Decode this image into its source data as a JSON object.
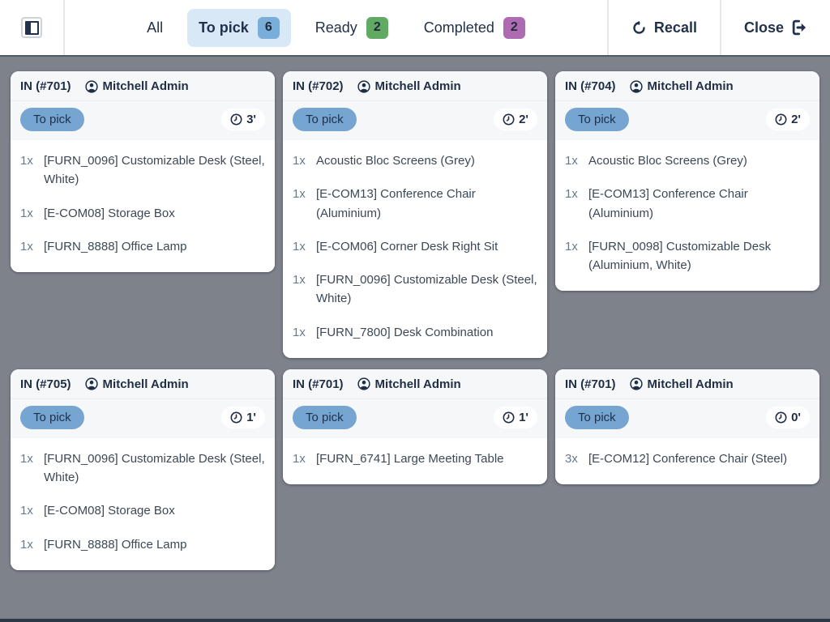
{
  "topbar": {
    "tabs": [
      {
        "label": "All"
      },
      {
        "label": "To pick",
        "count": "6",
        "active": true
      },
      {
        "label": "Ready",
        "count": "2"
      },
      {
        "label": "Completed",
        "count": "2"
      }
    ],
    "recall_label": "Recall",
    "close_label": "Close"
  },
  "cards": [
    {
      "title": "IN (#701)",
      "responsible": "Mitchell Admin",
      "status": "To pick",
      "duration": "3'",
      "lines": [
        {
          "qty": "1x",
          "product": "[FURN_0096] Customizable Desk (Steel, White)"
        },
        {
          "qty": "1x",
          "product": "[E-COM08] Storage Box"
        },
        {
          "qty": "1x",
          "product": "[FURN_8888] Office Lamp"
        }
      ]
    },
    {
      "title": "IN (#702)",
      "responsible": "Mitchell Admin",
      "status": "To pick",
      "duration": "2'",
      "lines": [
        {
          "qty": "1x",
          "product": "Acoustic Bloc Screens (Grey)"
        },
        {
          "qty": "1x",
          "product": "[E-COM13] Conference Chair (Aluminium)"
        },
        {
          "qty": "1x",
          "product": "[E-COM06] Corner Desk Right Sit"
        },
        {
          "qty": "1x",
          "product": "[FURN_0096] Customizable Desk (Steel, White)"
        },
        {
          "qty": "1x",
          "product": "[FURN_7800] Desk Combination"
        }
      ]
    },
    {
      "title": "IN (#704)",
      "responsible": "Mitchell Admin",
      "status": "To pick",
      "duration": "2'",
      "lines": [
        {
          "qty": "1x",
          "product": "Acoustic Bloc Screens (Grey)"
        },
        {
          "qty": "1x",
          "product": "[E-COM13] Conference Chair (Aluminium)"
        },
        {
          "qty": "1x",
          "product": "[FURN_0098] Customizable Desk (Aluminium, White)"
        }
      ]
    },
    {
      "title": "IN (#705)",
      "responsible": "Mitchell Admin",
      "status": "To pick",
      "duration": "1'",
      "lines": [
        {
          "qty": "1x",
          "product": "[FURN_0096] Customizable Desk (Steel, White)"
        },
        {
          "qty": "1x",
          "product": "[E-COM08] Storage Box"
        },
        {
          "qty": "1x",
          "product": "[FURN_8888] Office Lamp"
        }
      ]
    },
    {
      "title": "IN (#701)",
      "responsible": "Mitchell Admin",
      "status": "To pick",
      "duration": "1'",
      "lines": [
        {
          "qty": "1x",
          "product": "[FURN_6741] Large Meeting Table"
        }
      ]
    },
    {
      "title": "IN (#701)",
      "responsible": "Mitchell Admin",
      "status": "To pick",
      "duration": "0'",
      "lines": [
        {
          "qty": "3x",
          "product": "[E-COM12] Conference Chair (Steel)"
        }
      ]
    }
  ],
  "colors": {
    "page_background": "#7e828b",
    "topbar_background": "#ffffff",
    "text_navy": "#22324d",
    "active_tab_background": "#d9e8f7",
    "to_pick_badge": "#7aaeda",
    "ready_badge": "#61aa63",
    "completed_badge": "#ae6bb2",
    "status_pill": "#75a5d0",
    "card_header_background": "#f6f7f9",
    "bottom_bar": "#2e3947"
  }
}
